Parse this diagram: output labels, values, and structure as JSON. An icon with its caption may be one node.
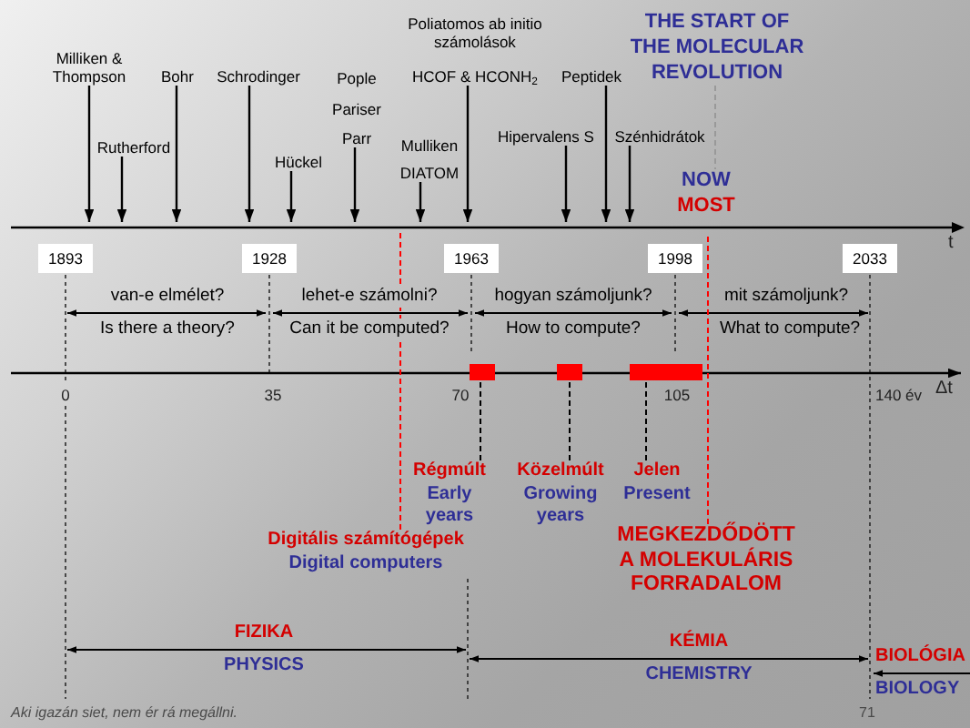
{
  "diagram": {
    "nodes": [
      {
        "text": [
          "Milliken & Thompson"
        ]
      },
      {
        "text": [
          "Rutherford"
        ]
      },
      {
        "text": [
          "Bohr"
        ]
      },
      {
        "text": [
          "Schrodinger"
        ]
      },
      {
        "text": [
          "Hückel"
        ]
      },
      {
        "text": [
          "Pople",
          "Pariser",
          "Parr"
        ]
      },
      {
        "text": [
          "Mulliken",
          "DIATOM"
        ]
      },
      {
        "text": [
          "Poliatomos ab initio számolások",
          "HCOF & HCONH$_{2}$"
        ]
      },
      {
        "text": [
          "Hipervalens S"
        ]
      },
      {
        "text": [
          "Peptidek"
        ]
      },
      {
        "text": [
          "Szénhidrátok"
        ]
      },
      {
        "text": [
          "THE START OF THE MOLECULAR REVOLUTION"
        ]
      },
      {
        "text": [
          "NOW",
          "MOST"
        ]
      },
      {
        "text": [],
        "shape": "line"
      },
      {
        "text": [
          "1893"
        ]
      },
      {
        "text": [
          "1928"
        ]
      },
      {
        "text": [
          "1963"
        ]
      },
      {
        "text": [
          "1998"
        ]
      },
      {
        "text": [
          "2033"
        ]
      },
      {
        "text": [],
        "shape": "bar"
      },
      {
        "text": [],
        "shape": "bar"
      },
      {
        "text": [],
        "shape": "bar"
      },
      {
        "text": [
          "Régmúlt",
          "Early years"
        ]
      },
      {
        "text": [
          "Közelmúlt",
          "Growing years"
        ]
      },
      {
        "text": [
          "Jelen",
          "Present"
        ]
      },
      {
        "text": [
          "Digitális számítógépek",
          "Digital computers"
        ]
      },
      {
        "text": [
          "MEGKEZDŐDÖTT A MOLEKULÁRIS FORRADALOM"
        ]
      }
    ],
    "edges": [
      {
        "from": 0,
        "to": 13,
        "arrow": "to"
      },
      {
        "from": 1,
        "to": 13,
        "arrow": "to"
      },
      {
        "from": 2,
        "to": 13,
        "arrow": "to"
      },
      {
        "from": 3,
        "to": 13,
        "arrow": "to"
      },
      {
        "from": 4,
        "to": 13,
        "arrow": "to"
      },
      {
        "from": 5,
        "to": 13,
        "arrow": "to"
      },
      {
        "from": 6,
        "to": 13,
        "arrow": "to"
      },
      {
        "from": 7,
        "to": 13,
        "arrow": "to"
      },
      {
        "from": 8,
        "to": 13,
        "arrow": "to"
      },
      {
        "from": 9,
        "to": 13,
        "arrow": "to"
      },
      {
        "from": 10,
        "to": 13,
        "arrow": "to"
      },
      {
        "from": 11,
        "to": 12,
        "arrow": "none",
        "style": "dashed",
        "color": "#999999"
      },
      {
        "from": 25,
        "to": 13,
        "arrow": "none",
        "style": "dashed",
        "color": "#ff0000"
      },
      {
        "from": 26,
        "to": 13,
        "arrow": "none",
        "style": "dashed",
        "color": "#ff0000"
      },
      {
        "from": 22,
        "to": 19,
        "arrow": "none",
        "style": "dashed"
      },
      {
        "from": 23,
        "to": 20,
        "arrow": "none",
        "style": "dashed"
      },
      {
        "from": 24,
        "to": 21,
        "arrow": "none",
        "style": "dashed"
      }
    ],
    "labels": [
      "t",
      "van-e elmélet?",
      "lehet-e számolni?",
      "hogyan számoljunk?",
      "mit számoljunk?",
      "Is there a theory?",
      "Can it be computed?",
      "How to compute?",
      "What to compute?",
      "0",
      "35",
      "70",
      "105",
      "140 év",
      "Δt",
      "FIZIKA",
      "PHYSICS",
      "KÉMIA",
      "CHEMISTRY",
      "BIOLÓGIA",
      "BIOLOGY",
      "Aki igazán siet, nem ér rá megállni.",
      "71"
    ]
  }
}
